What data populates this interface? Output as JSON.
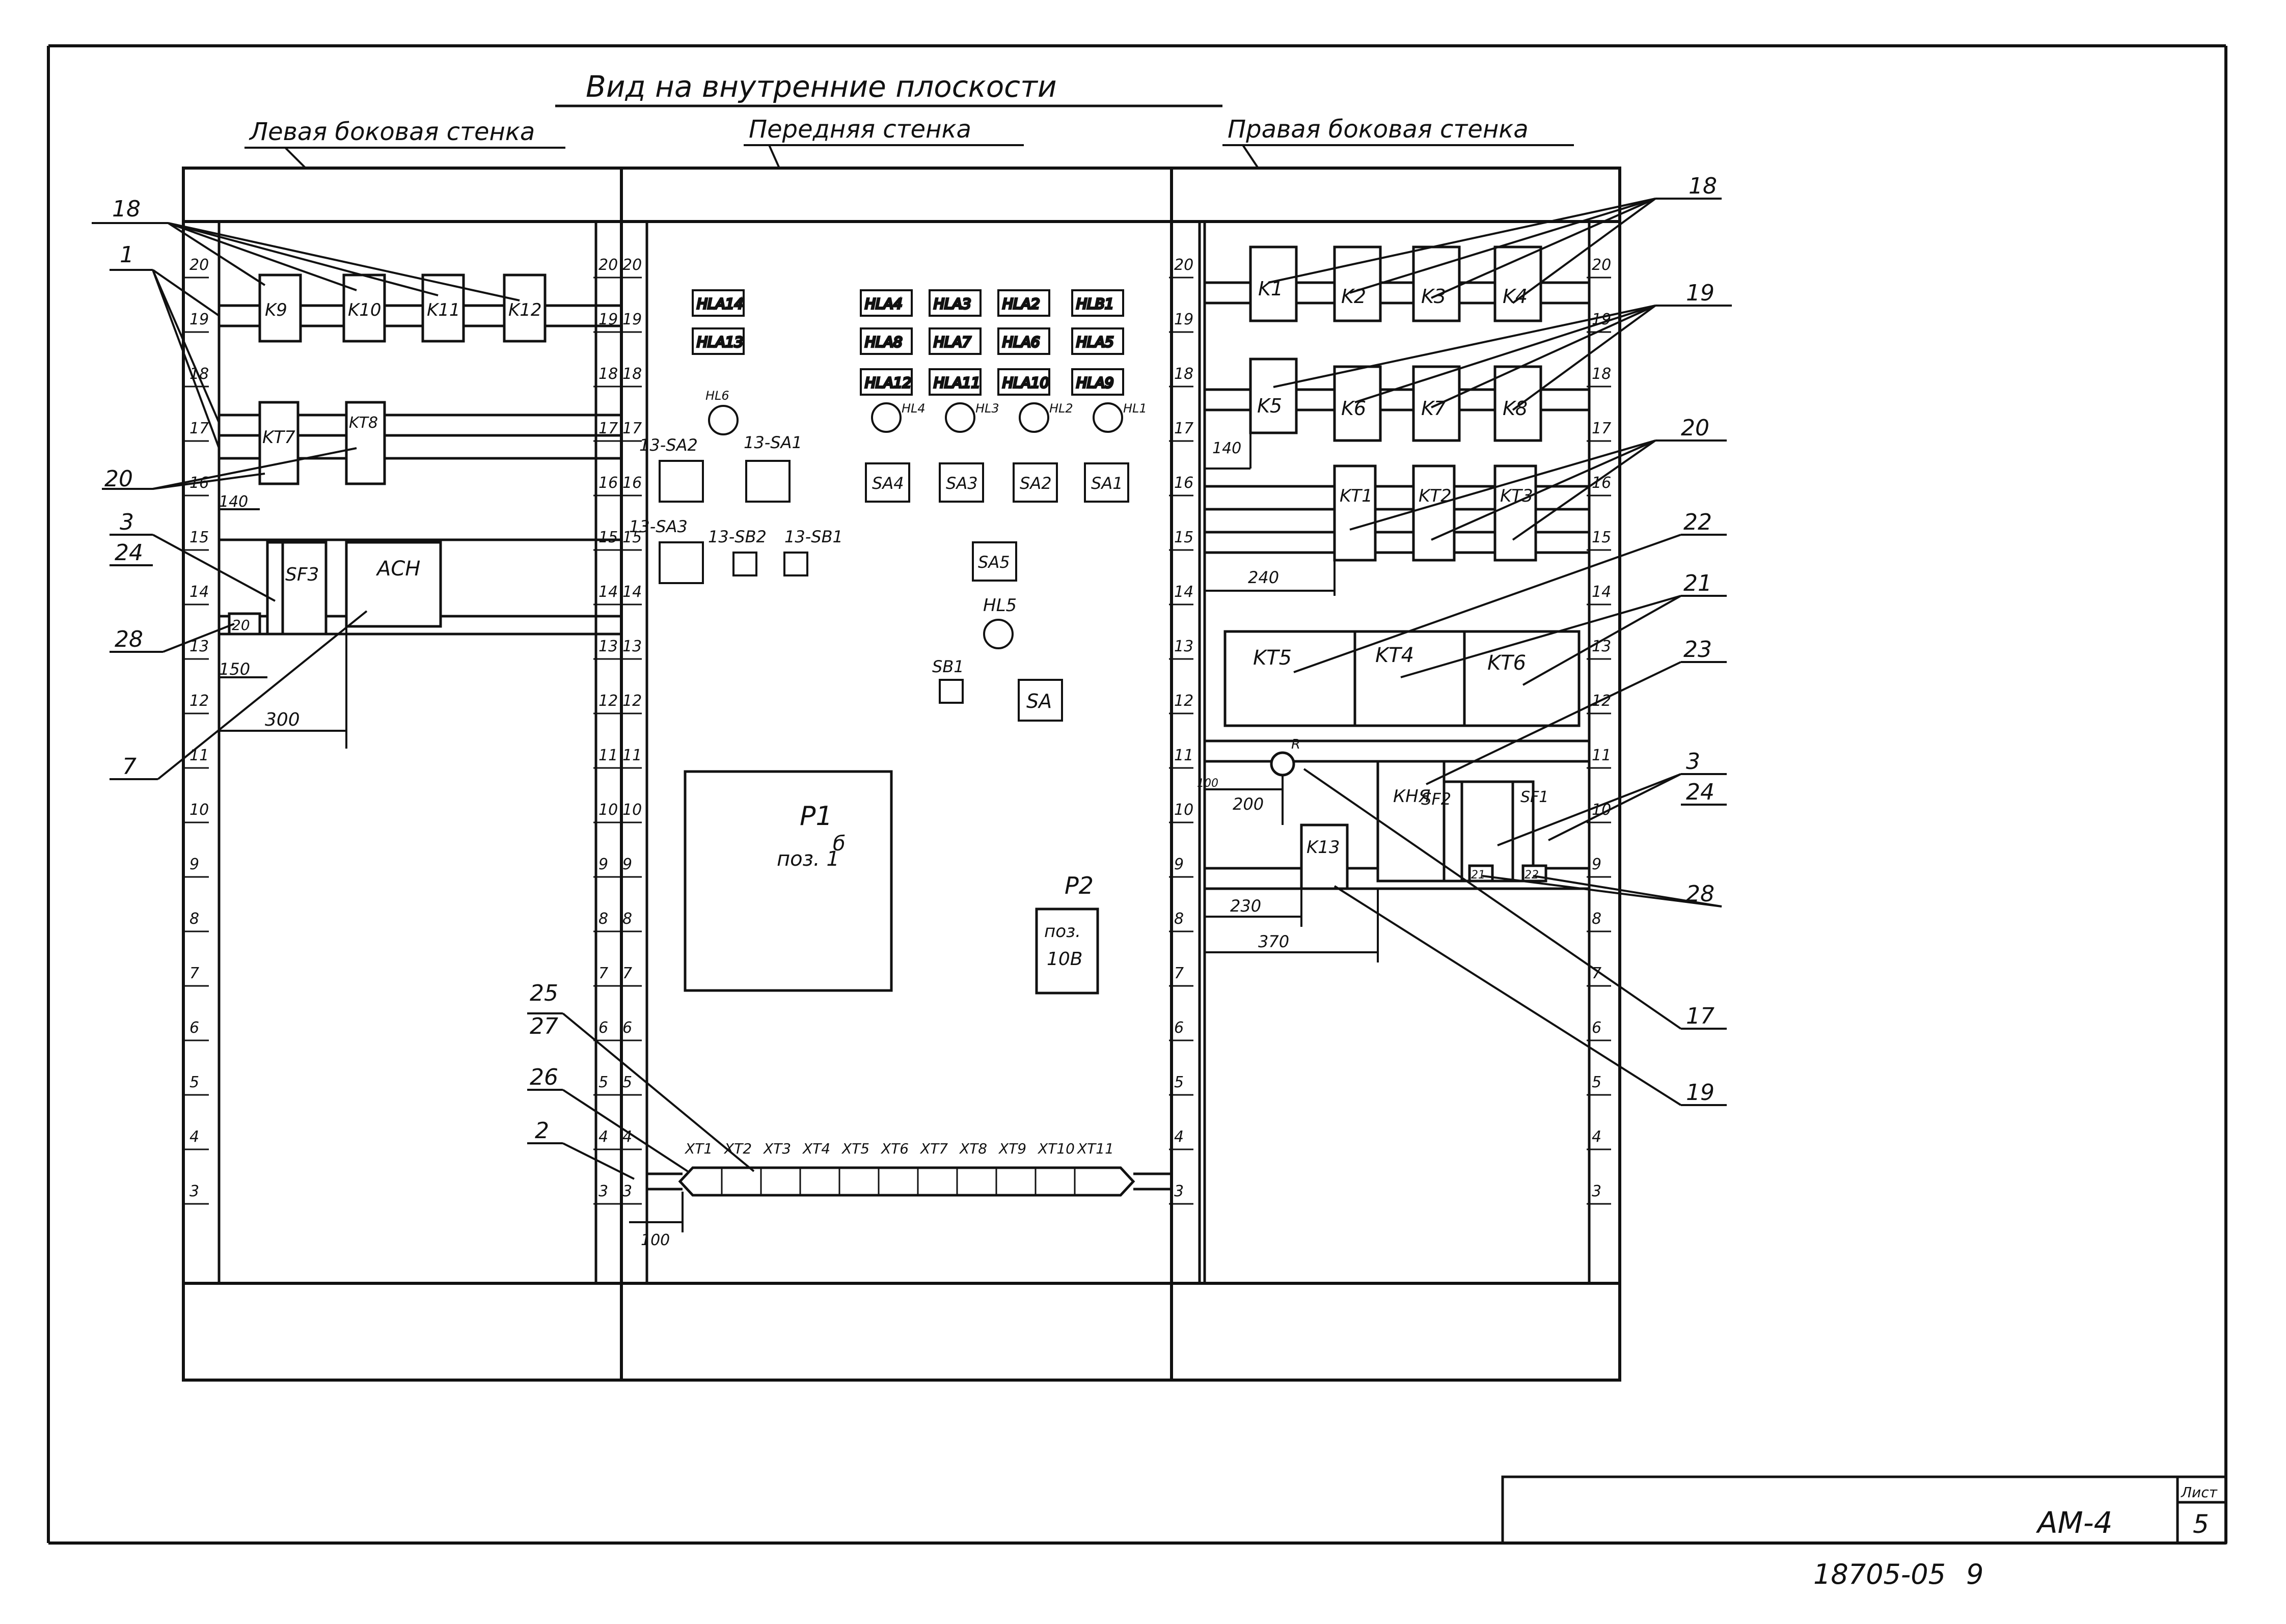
{
  "title": "Вид на внутренние плоскости",
  "sections": {
    "left": "Левая боковая стенка",
    "front": "Передняя стенка",
    "right": "Правая боковая стенка"
  },
  "left_wall": {
    "ruler_labels": [
      "20",
      "19",
      "18",
      "17",
      "16",
      "15",
      "14",
      "13",
      "12",
      "11",
      "10",
      "9",
      "8",
      "7",
      "6",
      "5",
      "4",
      "3"
    ],
    "relays": [
      "K9",
      "K10",
      "K11",
      "K12"
    ],
    "timers": [
      "KT7",
      "KT8"
    ],
    "breaker": "SF3",
    "unit": "АСН",
    "small_label": "20",
    "dims": [
      "140",
      "150",
      "300"
    ],
    "callouts": [
      "18",
      "1",
      "20",
      "3",
      "24",
      "28",
      "7"
    ]
  },
  "front_wall": {
    "ruler_labels": [
      "20",
      "19",
      "18",
      "17",
      "16",
      "15",
      "14",
      "13",
      "12",
      "11",
      "10",
      "9",
      "8",
      "7",
      "6",
      "5",
      "4",
      "3"
    ],
    "lamps_row1": [
      "HLA14",
      "HLA4",
      "HLA3",
      "HLA2",
      "HLB1"
    ],
    "lamps_row2": [
      "HLA13",
      "HLA8",
      "HLA7",
      "HLA6",
      "HLA5"
    ],
    "lamps_row3": [
      "HLA12",
      "HLA11",
      "HLA10",
      "HLA9"
    ],
    "indicators": [
      "HL6",
      "HL4",
      "HL3",
      "HL2",
      "HL1",
      "HL5"
    ],
    "switches": [
      "13-SA2",
      "13-SA1",
      "13-SA3",
      "13-SB2",
      "13-SB1",
      "SA4",
      "SA3",
      "SA2",
      "SA1",
      "SA5",
      "SB1",
      "SA"
    ],
    "meter_p1": {
      "name": "P1",
      "pos": "поз. 1",
      "sup": "б"
    },
    "meter_p2": {
      "name": "P2",
      "pos": "поз.",
      "num": "10В"
    },
    "terminals": [
      "XT1",
      "XT2",
      "XT3",
      "XT4",
      "XT5",
      "XT6",
      "XT7",
      "XT8",
      "XT9",
      "XT10",
      "XT11"
    ],
    "dims": [
      "100"
    ],
    "callouts": [
      "25",
      "27",
      "26",
      "2"
    ]
  },
  "right_wall": {
    "ruler_labels": [
      "20",
      "19",
      "18",
      "17",
      "16",
      "15",
      "14",
      "13",
      "12",
      "11",
      "10",
      "9",
      "8",
      "7",
      "6",
      "5",
      "4",
      "3"
    ],
    "relays_row1": [
      "K1",
      "K2",
      "K3",
      "K4"
    ],
    "relays_row2": [
      "K5",
      "K6",
      "K7",
      "K8"
    ],
    "timers": [
      "KT1",
      "KT2",
      "KT3"
    ],
    "timers2": [
      "KT5",
      "KT4",
      "KT6"
    ],
    "khr": "КНЯ",
    "breakers": [
      "SF2",
      "SF1"
    ],
    "k13": "K13",
    "r_label": "R",
    "small_labels": [
      "21",
      "22"
    ],
    "dims": [
      "140",
      "240",
      "200",
      "230",
      "370"
    ],
    "callouts": [
      "18",
      "19",
      "20",
      "22",
      "21",
      "23",
      "3",
      "24",
      "28",
      "17",
      "19"
    ],
    "tick_100": "100"
  },
  "stamp": {
    "sheet_label": "Лист",
    "sheet_no": "5",
    "doc_code": "АМ-4",
    "archive_no": "18705-05",
    "archive_suffix": "9"
  },
  "colors": {
    "ink": "#111111",
    "paper": "#ffffff"
  }
}
